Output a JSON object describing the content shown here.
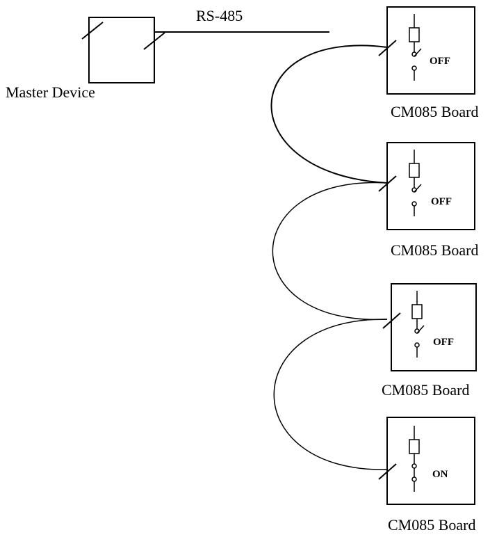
{
  "master": {
    "label": "Master Device"
  },
  "bus": {
    "label": "RS-485"
  },
  "boards": [
    {
      "label": "CM085 Board",
      "relay_state": "OFF"
    },
    {
      "label": "CM085 Board",
      "relay_state": "OFF"
    },
    {
      "label": "CM085 Board",
      "relay_state": "OFF"
    },
    {
      "label": "CM085 Board",
      "relay_state": "ON"
    }
  ]
}
